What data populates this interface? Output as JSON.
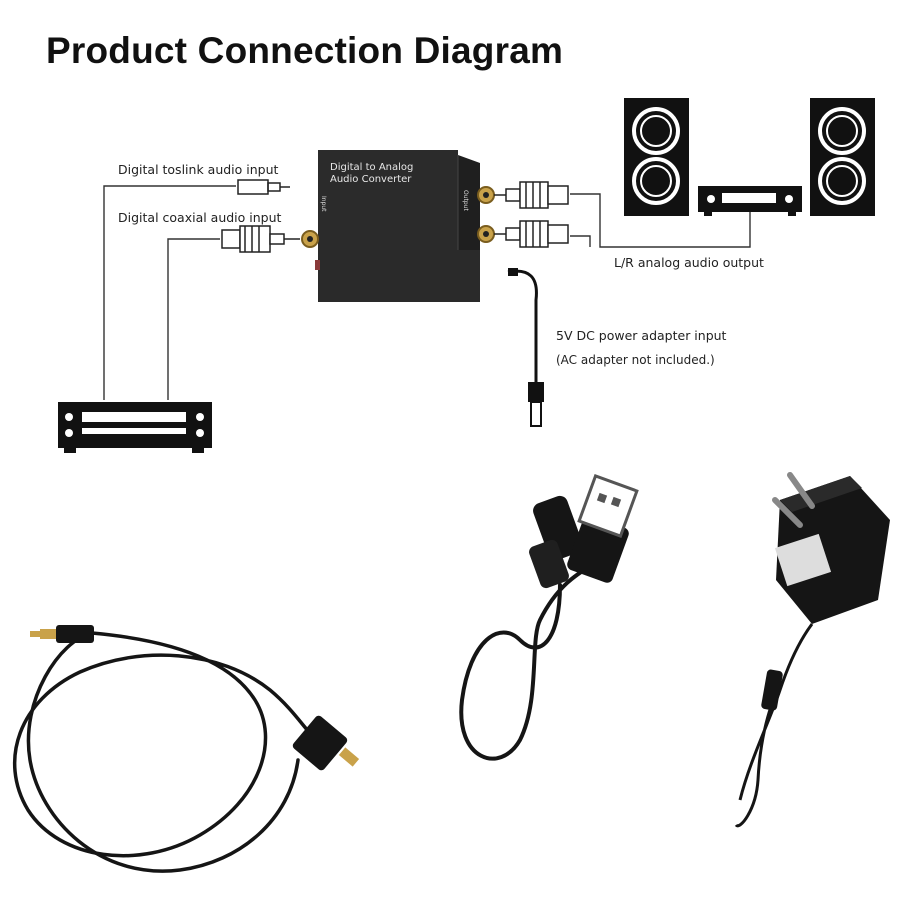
{
  "title": "Product Connection Diagram",
  "converter": {
    "name_line1": "Digital to Analog",
    "name_line2": "Audio Converter",
    "input_label": "Input",
    "output_label": "Output"
  },
  "labels": {
    "toslink_input": "Digital toslink audio input",
    "coaxial_input": "Digital coaxial audio input",
    "lr_output": "L/R analog audio output",
    "power_input": "5V DC power adapter input",
    "adapter_note": "(AC adapter not included.)"
  },
  "colors": {
    "converter_body": "#2b2b2b",
    "cable": "#151515",
    "gold": "#c9a24a",
    "line": "#333333"
  },
  "icons": [
    "speaker-icon",
    "amplifier-icon",
    "dvd-player-icon",
    "toslink-plug-icon",
    "rca-plug-icon",
    "usb-plug-icon"
  ]
}
